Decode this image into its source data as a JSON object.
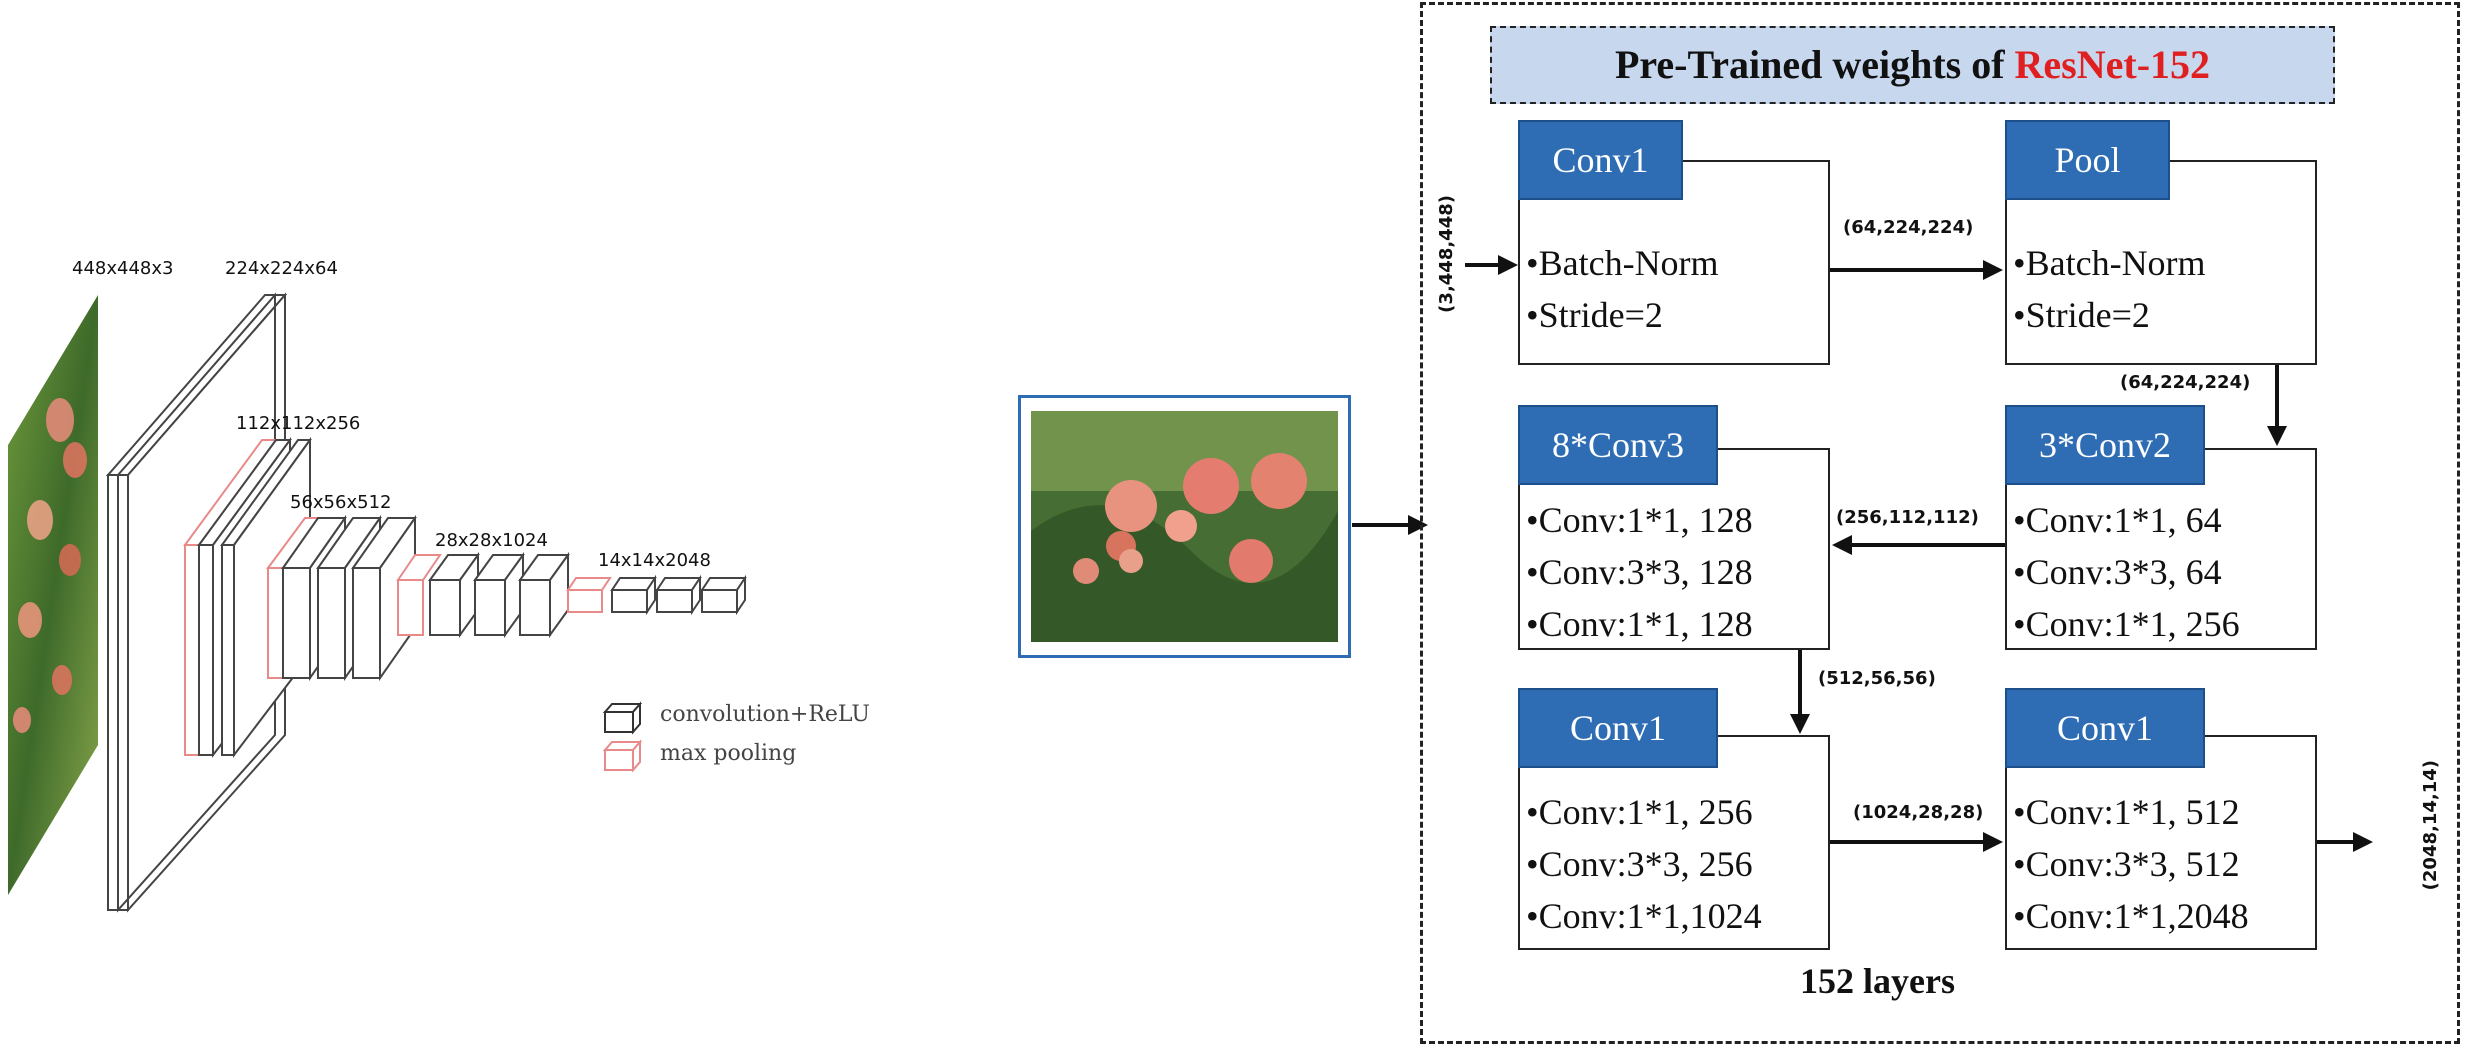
{
  "left_network": {
    "input_label": "448x448x3",
    "stage_labels": [
      "224x224x64",
      "112x112x256",
      "56x56x512",
      "28x28x1024",
      "14x14x2048"
    ],
    "legend": [
      {
        "label": "convolution+ReLU",
        "color": "#333333"
      },
      {
        "label": "max pooling",
        "color": "#e88a8a"
      }
    ]
  },
  "resnet": {
    "title_prefix": "Pre-Trained weights of ",
    "title_accent": "ResNet-152",
    "title_accent_color": "#e02020",
    "header_color": "#2e6db4",
    "title_bg": "#c7d7ee",
    "blocks": [
      {
        "head": "Conv1",
        "lines": [
          "•Batch-Norm",
          "•Stride=2"
        ]
      },
      {
        "head": "Pool",
        "lines": [
          "•Batch-Norm",
          "•Stride=2"
        ]
      },
      {
        "head": "8*Conv3",
        "lines": [
          "•Conv:1*1, 128",
          "•Conv:3*3, 128",
          "•Conv:1*1, 128"
        ]
      },
      {
        "head": "3*Conv2",
        "lines": [
          "•Conv:1*1, 64",
          "•Conv:3*3, 64",
          "•Conv:1*1, 256"
        ]
      },
      {
        "head": "Conv1",
        "lines": [
          "•Conv:1*1, 256",
          "•Conv:3*3, 256",
          "•Conv:1*1,1024"
        ]
      },
      {
        "head": "Conv1",
        "lines": [
          "•Conv:1*1, 512",
          "•Conv:3*3, 512",
          "•Conv:1*1,2048"
        ]
      }
    ],
    "shapes": {
      "input": "(3,448,448)",
      "after_conv1": "(64,224,224)",
      "after_pool": "(64,224,224)",
      "after_conv2": "(256,112,112)",
      "after_conv3": "(512,56,56)",
      "after_conv4": "(1024,28,28)",
      "output": "(2048,14,14)"
    },
    "footer": "152 layers"
  }
}
